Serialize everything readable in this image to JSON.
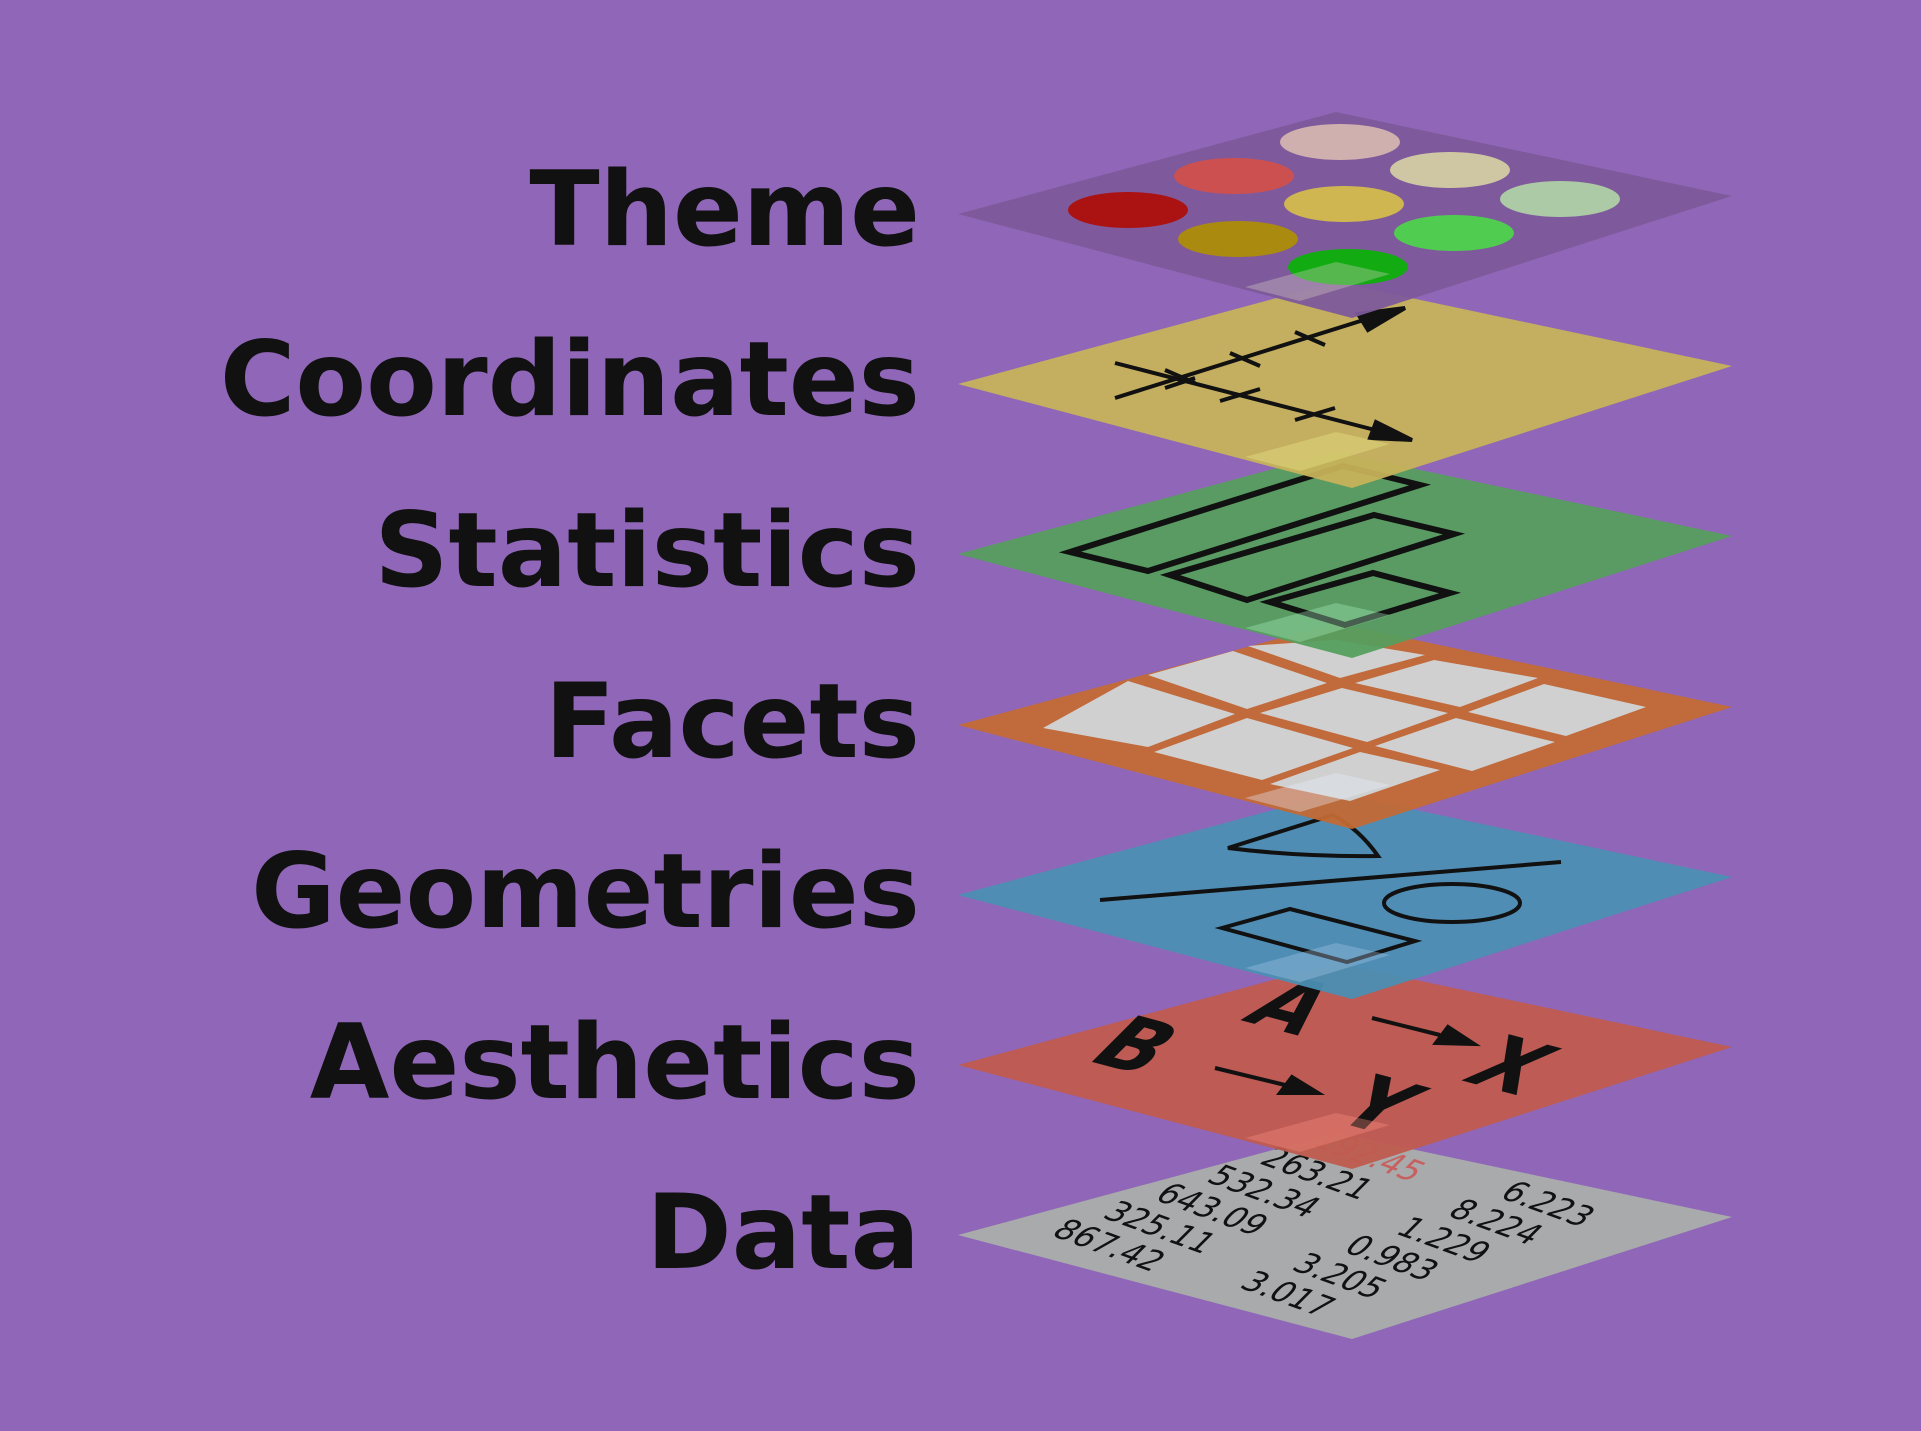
{
  "background": "#9067b8",
  "layers": [
    {
      "key": "theme",
      "label": "Theme",
      "color": "#7d5a9a"
    },
    {
      "key": "coordinates",
      "label": "Coordinates",
      "color": "#c7b25a"
    },
    {
      "key": "statistics",
      "label": "Statistics",
      "color": "#559e5e"
    },
    {
      "key": "facets",
      "label": "Facets",
      "color": "#c46a34"
    },
    {
      "key": "geometries",
      "label": "Geometries",
      "color": "#4a8fb4"
    },
    {
      "key": "aesthetics",
      "label": "Aesthetics",
      "color": "#bf5a4e"
    },
    {
      "key": "data",
      "label": "Data",
      "color": "#a8aaab"
    }
  ],
  "theme_dots": [
    "#cfb0ae",
    "#cd5050",
    "#cfc7a3",
    "#ab1212",
    "#cfb650",
    "#adcaa6",
    "#ab8a10",
    "#50cd50",
    "#12ab12"
  ],
  "aesthetics_text": {
    "a": "A",
    "b": "B",
    "x": "X",
    "y": "Y"
  },
  "data_numbers": [
    "192.45",
    "263.21",
    "532.34",
    "643.09",
    "325.11",
    "867.42",
    "6.223",
    "8.224",
    "1.229",
    "0.983",
    "3.205",
    "3.017"
  ]
}
